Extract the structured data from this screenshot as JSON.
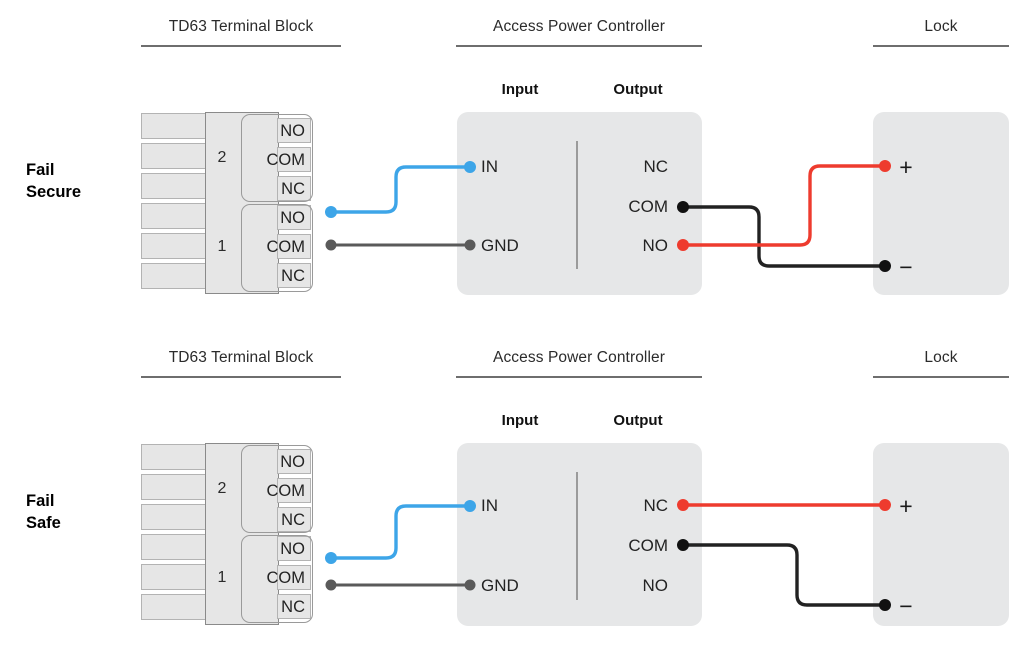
{
  "diagram": {
    "title_columns": {
      "terminal_block": "TD63 Terminal Block",
      "controller": "Access Power Controller",
      "lock": "Lock"
    },
    "controller_sections": {
      "input": "Input",
      "output": "Output"
    },
    "terminal_block": {
      "group_numbers": {
        "upper": "2",
        "lower": "1"
      },
      "rows": [
        "NO",
        "COM",
        "NC",
        "NO",
        "COM",
        "NC"
      ]
    },
    "controller_terminals": {
      "input": [
        "IN",
        "GND"
      ],
      "output": [
        "NC",
        "COM",
        "NO"
      ]
    },
    "lock_terminals": {
      "positive": "+",
      "negative": "−"
    },
    "cases": [
      {
        "id": "fail-secure",
        "label_line1": "Fail",
        "label_line2": "Secure",
        "connections": [
          {
            "from": "TD63 1 NO",
            "to": "Controller IN",
            "color": "#3da5e8",
            "name": "blue-signal-wire"
          },
          {
            "from": "TD63 1 COM",
            "to": "Controller GND",
            "color": "#5a5a5a",
            "name": "gray-ground-wire"
          },
          {
            "from": "Controller NO",
            "to": "Lock +",
            "color": "#ee3b2e",
            "name": "red-positive-wire"
          },
          {
            "from": "Controller COM",
            "to": "Lock −",
            "color": "#222222",
            "name": "black-negative-wire"
          }
        ]
      },
      {
        "id": "fail-safe",
        "label_line1": "Fail",
        "label_line2": "Safe",
        "connections": [
          {
            "from": "TD63 1 NO",
            "to": "Controller IN",
            "color": "#3da5e8",
            "name": "blue-signal-wire"
          },
          {
            "from": "TD63 1 COM",
            "to": "Controller GND",
            "color": "#5a5a5a",
            "name": "gray-ground-wire"
          },
          {
            "from": "Controller NC",
            "to": "Lock +",
            "color": "#ee3b2e",
            "name": "red-positive-wire"
          },
          {
            "from": "Controller COM",
            "to": "Lock −",
            "color": "#222222",
            "name": "black-negative-wire"
          }
        ]
      }
    ],
    "colors": {
      "signal_blue": "#3da5e8",
      "ground_gray": "#5a5a5a",
      "positive_red": "#ee3b2e",
      "negative_black": "#222222",
      "panel_fill": "#e6e7e8",
      "block_fill": "#e6e6e6",
      "background": "#ffffff"
    }
  }
}
